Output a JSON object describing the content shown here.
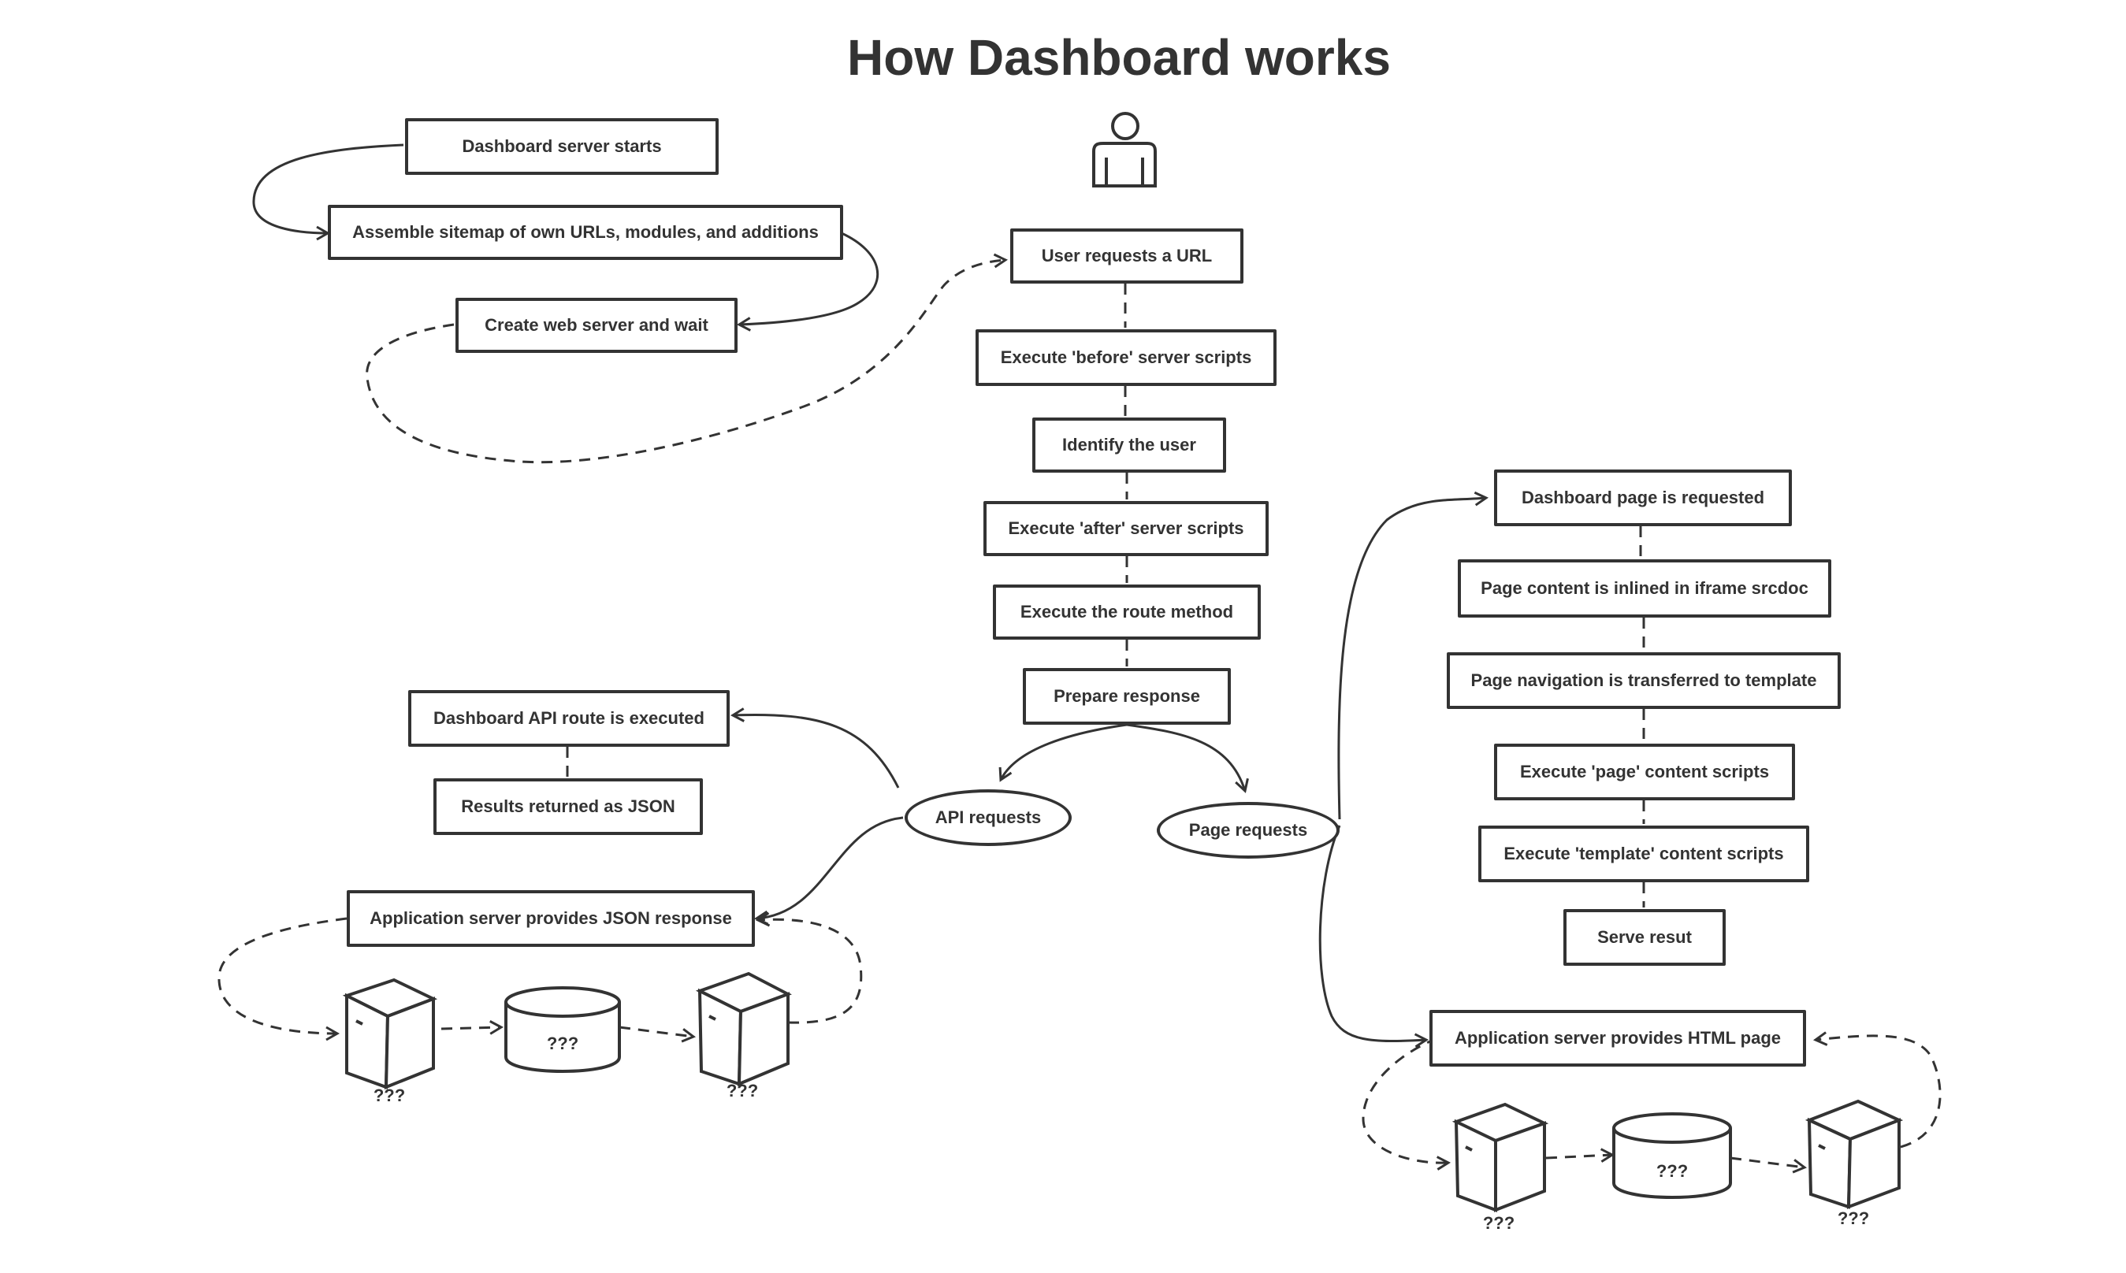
{
  "title": "How Dashboard works",
  "startup": {
    "server_starts": "Dashboard server starts",
    "assemble_sitemap": "Assemble sitemap of own URLs, modules, and additions",
    "create_server": "Create web server and wait"
  },
  "request_flow": {
    "user_requests": "User requests a URL",
    "before_scripts": "Execute 'before' server scripts",
    "identify_user": "Identify the user",
    "after_scripts": "Execute 'after' server scripts",
    "route_method": "Execute the route method",
    "prepare_response": "Prepare response"
  },
  "api": {
    "api_requests": "API requests",
    "route_executed": "Dashboard API route is executed",
    "results_json": "Results returned as JSON",
    "app_server_json": "Application server provides JSON response",
    "unknown_db": "???",
    "unknown_server_1": "???",
    "unknown_server_2": "???"
  },
  "page": {
    "page_requests": "Page requests",
    "page_requested": "Dashboard page is requested",
    "inlined_srcdoc": "Page content is inlined in iframe srcdoc",
    "nav_transferred": "Page navigation is transferred to template",
    "page_scripts": "Execute 'page' content scripts",
    "template_scripts": "Execute 'template' content scripts",
    "serve_result": "Serve resut",
    "app_server_html": "Application server provides HTML page",
    "unknown_db": "???",
    "unknown_server_1": "???",
    "unknown_server_2": "???"
  }
}
